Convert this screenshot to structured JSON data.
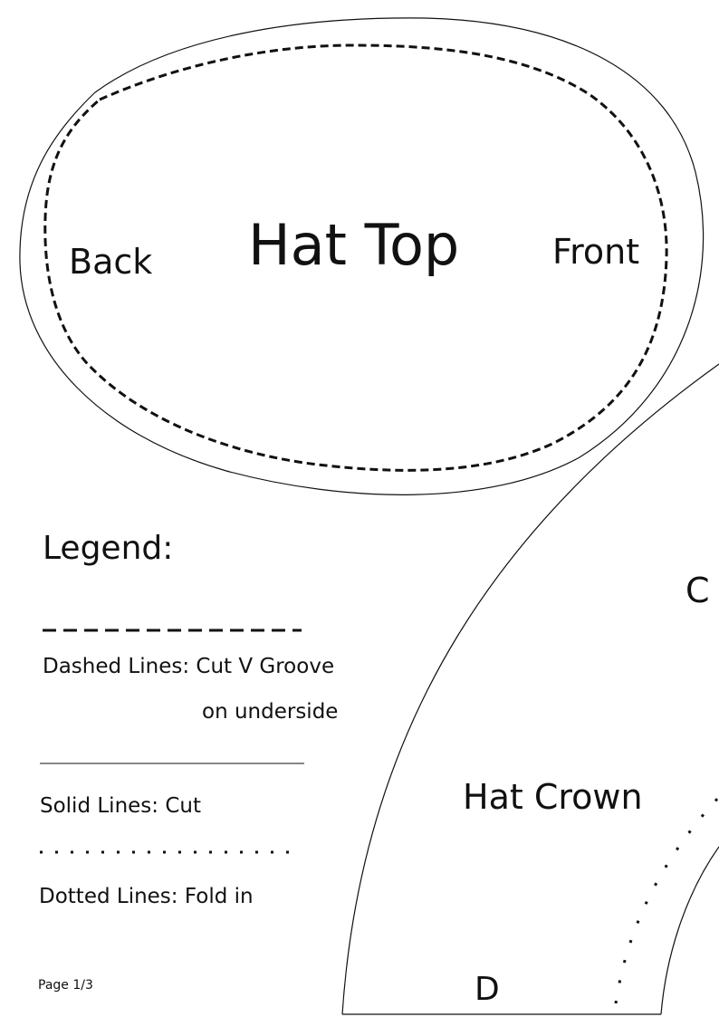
{
  "hat_top": {
    "title": "Hat Top",
    "back_label": "Back",
    "front_label": "Front"
  },
  "legend": {
    "heading": "Legend:",
    "dashed_label": "Dashed Lines: Cut V Groove",
    "dashed_label_cont": "on underside",
    "solid_label": "Solid Lines: Cut",
    "dotted_label": "Dotted Lines: Fold in"
  },
  "hat_crown": {
    "title": "Hat Crown",
    "corner_c": "C",
    "corner_d": "D"
  },
  "footer": {
    "page_label": "Page 1/3"
  },
  "colors": {
    "line": "#111111",
    "background": "#ffffff"
  }
}
